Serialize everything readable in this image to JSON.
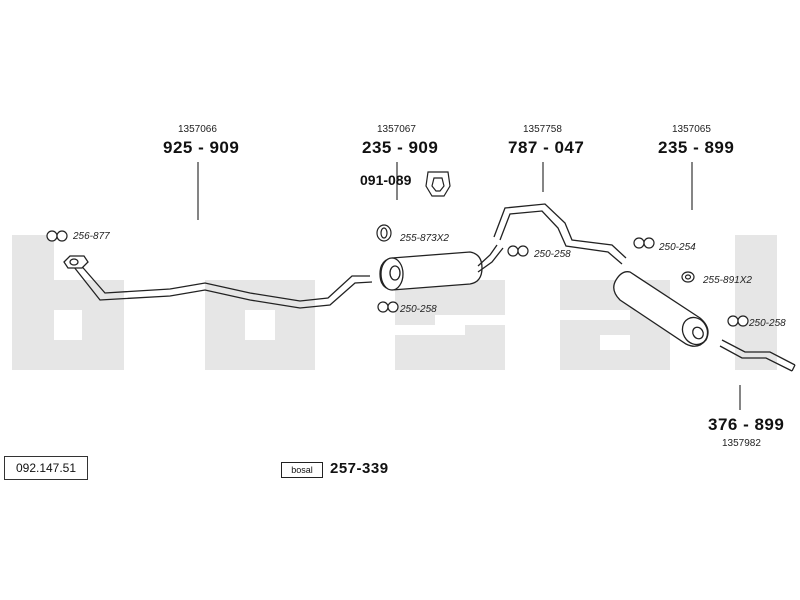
{
  "diagram": {
    "catalog_number": "092.147.51",
    "watermark": "bosal",
    "brand_badge": "bosal",
    "brand_badge_part": "257-339",
    "parts": [
      {
        "ref": "1357066",
        "code": "925 - 909"
      },
      {
        "ref": "1357067",
        "code": "235 - 909"
      },
      {
        "ref": "1357758",
        "code": "787 - 047"
      },
      {
        "ref": "1357065",
        "code": "235 - 899"
      },
      {
        "ref": "1357982",
        "code": "376 - 899"
      }
    ],
    "bracket_part": "091-089",
    "small_parts": [
      "256-877",
      "255-873X2",
      "250-258",
      "250-258",
      "250-254",
      "255-891X2",
      "250-258"
    ]
  }
}
